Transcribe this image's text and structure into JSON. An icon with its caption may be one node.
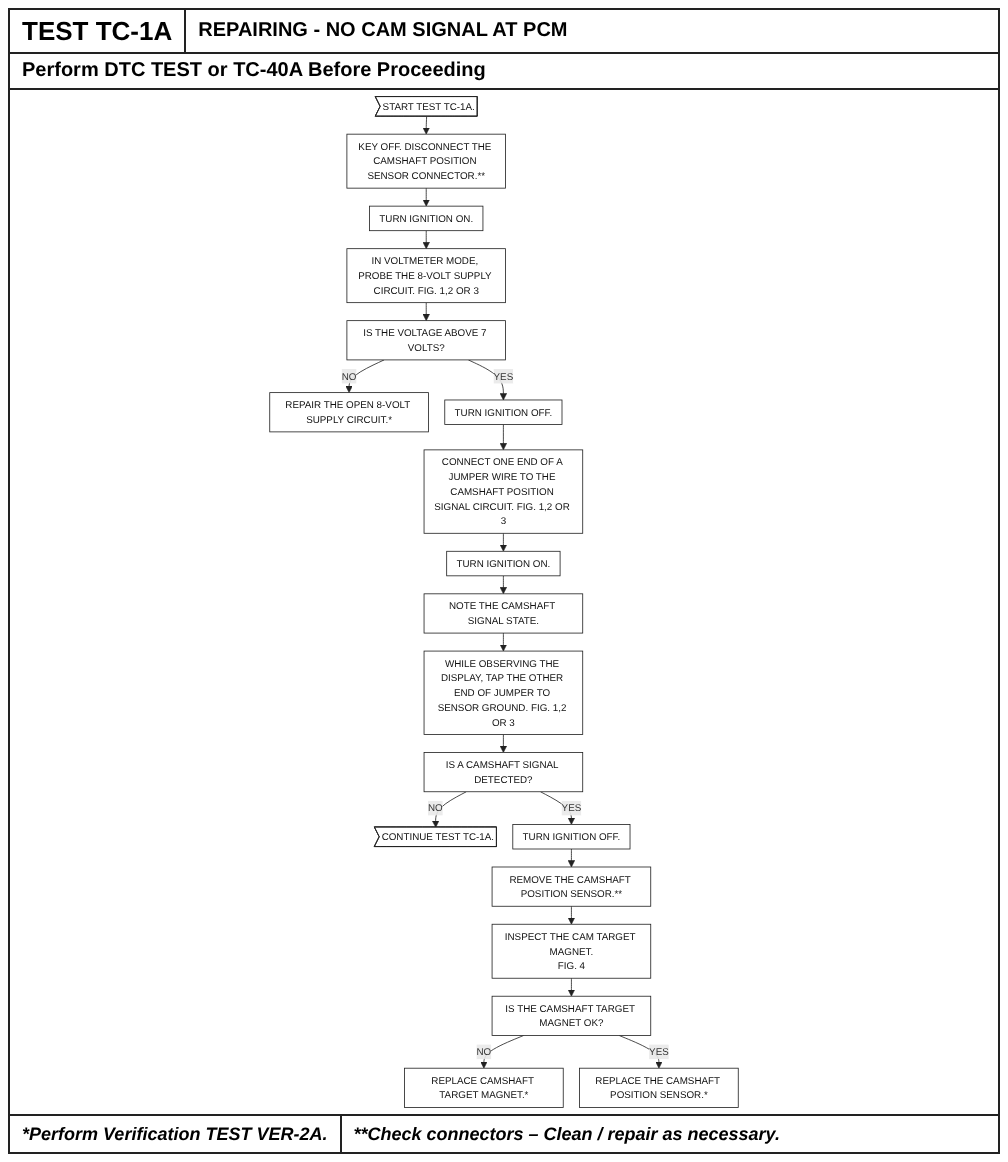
{
  "diagram": {
    "title": "TEST TC-1A",
    "nodes": [
      {
        "text": [
          "START TEST TC-1A."
        ]
      },
      {
        "text": [
          "KEY OFF. DISCONNECT THE CAMSHAFT POSITION SENSOR CONNECTOR.**"
        ]
      },
      {
        "text": [
          "TURN IGNITION ON."
        ]
      },
      {
        "text": [
          "IN VOLTMETER MODE, PROBE THE 8-VOLT SUPPLY CIRCUIT. FIG. 1,2 OR 3"
        ]
      },
      {
        "text": [
          "IS THE VOLTAGE ABOVE 7 VOLTS?"
        ]
      },
      {
        "text": [
          "REPAIR THE OPEN 8-VOLT SUPPLY CIRCUIT.*"
        ]
      },
      {
        "text": [
          "TURN IGNITION OFF."
        ]
      },
      {
        "text": [
          "CONNECT ONE END OF A JUMPER WIRE TO THE CAMSHAFT POSITION SIGNAL CIRCUIT. FIG. 1,2 OR 3"
        ]
      },
      {
        "text": [
          "TURN IGNITION ON."
        ]
      },
      {
        "text": [
          "NOTE THE CAMSHAFT SIGNAL STATE."
        ]
      },
      {
        "text": [
          "WHILE OBSERVING THE DISPLAY, TAP THE OTHER END OF JUMPER TO SENSOR GROUND. FIG. 1,2 OR 3"
        ]
      },
      {
        "text": [
          "IS A CAMSHAFT SIGNAL DETECTED?"
        ]
      },
      {
        "text": [
          "CONTINUE TEST TC-1A."
        ]
      },
      {
        "text": [
          "TURN IGNITION OFF."
        ]
      },
      {
        "text": [
          "REMOVE THE CAMSHAFT POSITION SENSOR.**"
        ]
      },
      {
        "text": [
          "INSPECT THE CAM TARGET MAGNET.",
          "FIG. 4"
        ]
      },
      {
        "text": [
          "IS THE CAMSHAFT TARGET MAGNET OK?"
        ]
      },
      {
        "text": [
          "REPLACE CAMSHAFT TARGET MAGNET.*"
        ]
      },
      {
        "text": [
          "REPLACE THE CAMSHAFT POSITION SENSOR.*"
        ]
      }
    ],
    "edges": [
      {
        "from": 0,
        "to": 1,
        "arrow": "to"
      },
      {
        "from": 1,
        "to": 2,
        "arrow": "to"
      },
      {
        "from": 2,
        "to": 3,
        "arrow": "to"
      },
      {
        "from": 3,
        "to": 4,
        "arrow": "to"
      },
      {
        "from": 4,
        "to": 5,
        "arrow": "to",
        "label": "NO"
      },
      {
        "from": 4,
        "to": 6,
        "arrow": "to",
        "label": "YES"
      },
      {
        "from": 6,
        "to": 7,
        "arrow": "to"
      },
      {
        "from": 7,
        "to": 8,
        "arrow": "to"
      },
      {
        "from": 8,
        "to": 9,
        "arrow": "to"
      },
      {
        "from": 9,
        "to": 10,
        "arrow": "to"
      },
      {
        "from": 10,
        "to": 11,
        "arrow": "to"
      },
      {
        "from": 11,
        "to": 12,
        "arrow": "to",
        "label": "NO"
      },
      {
        "from": 11,
        "to": 13,
        "arrow": "to",
        "label": "YES"
      },
      {
        "from": 13,
        "to": 14,
        "arrow": "to"
      },
      {
        "from": 14,
        "to": 15,
        "arrow": "to"
      },
      {
        "from": 15,
        "to": 16,
        "arrow": "to"
      },
      {
        "from": 16,
        "to": 17,
        "arrow": "to",
        "label": "NO"
      },
      {
        "from": 16,
        "to": 18,
        "arrow": "to",
        "label": "YES"
      }
    ],
    "labels": [
      "REPAIRING - NO CAM SIGNAL AT PCM",
      "Perform DTC TEST or TC-40A Before Proceeding",
      "*Perform Verification TEST VER-2A.",
      "**Check connectors – Clean / repair as necessary."
    ]
  }
}
